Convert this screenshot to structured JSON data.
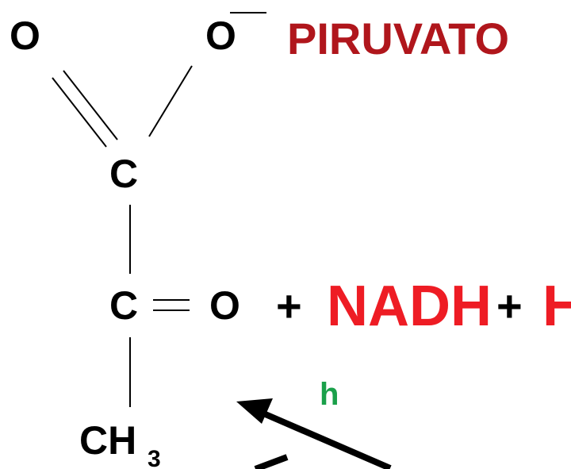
{
  "title": "PIRUVATO",
  "atoms": {
    "o_left": "O",
    "o_right": "O",
    "c_upper": "C",
    "c_middle": "C",
    "o_ketone": "O",
    "ch3_main": "CH",
    "ch3_sub": "3"
  },
  "reaction": {
    "plus_1": "+",
    "nadh": "NADH",
    "plus_2": "+",
    "h_partial": "H"
  },
  "arrow_label": "h",
  "colors": {
    "title": "#b0161c",
    "nadh": "#ee1c24",
    "h_partial": "#ee1c24",
    "arrow_label": "#1aa04a",
    "structure": "#000000"
  }
}
